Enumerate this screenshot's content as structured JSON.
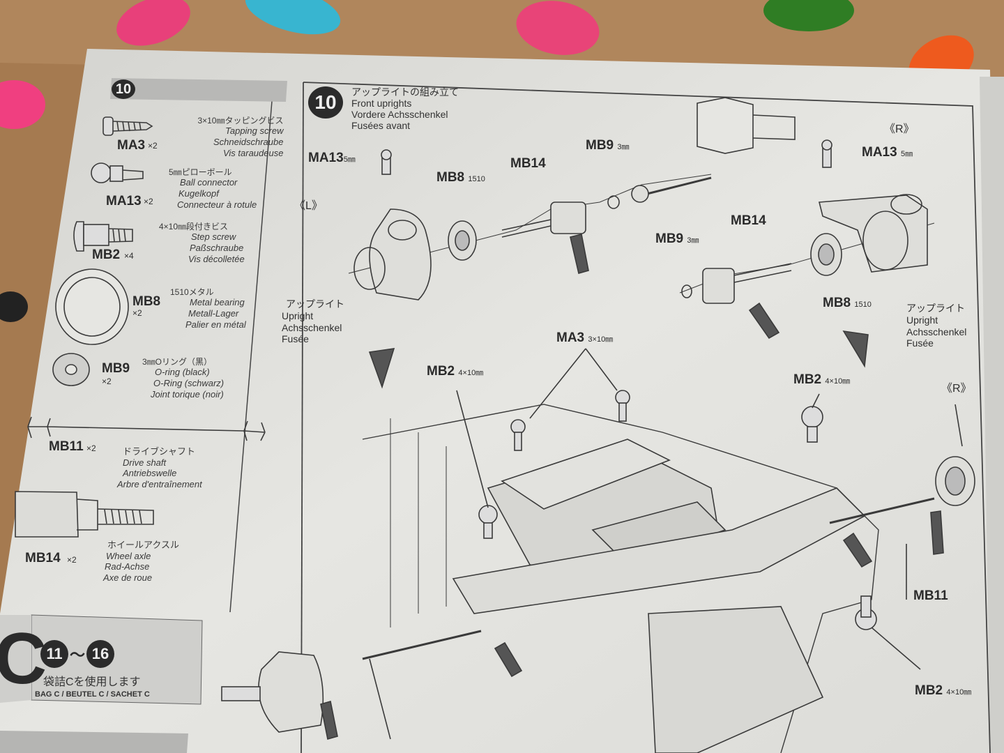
{
  "step_badge": "10",
  "parts_list": [
    {
      "code": "MA3",
      "qty": "×2",
      "desc": [
        "3×10㎜タッピングビス",
        "Tapping screw",
        "Schneidschraube",
        "Vis taraudeuse"
      ]
    },
    {
      "code": "MA13",
      "qty": "×2",
      "desc": [
        "5㎜ピローボール",
        "Ball connector",
        "Kugelkopf",
        "Connecteur à rotule"
      ]
    },
    {
      "code": "MB2",
      "qty": "×4",
      "desc": [
        "4×10㎜段付きビス",
        "Step screw",
        "Paßschraube",
        "Vis décolletée"
      ]
    },
    {
      "code": "MB8",
      "qty": "×2",
      "desc": [
        "1510メタル",
        "Metal bearing",
        "Metall-Lager",
        "Palier en métal"
      ]
    },
    {
      "code": "MB9",
      "qty": "×2",
      "desc": [
        "3㎜Oリング（黒）",
        "O-ring (black)",
        "O-Ring (schwarz)",
        "Joint torique (noir)"
      ]
    },
    {
      "code": "MB11",
      "qty": "×2",
      "desc": [
        "ドライブシャフト",
        "Drive shaft",
        "Antriebswelle",
        "Arbre d'entraînement"
      ]
    },
    {
      "code": "MB14",
      "qty": "×2",
      "desc": [
        "ホイールアクスル",
        "Wheel axle",
        "Rad-Achse",
        "Axe de roue"
      ]
    }
  ],
  "next_bag": {
    "letter": "C",
    "from": "11",
    "sep": "～",
    "to": "16",
    "jp": "袋詰Cを使用します",
    "en": "BAG C / BEUTEL C / SACHET C"
  },
  "step_title": {
    "number": "10",
    "jp": "アップライトの組み立て",
    "en": "Front uprights",
    "de": "Vordere Achsschenkel",
    "fr": "Fusées avant"
  },
  "labels": {
    "left_side": "《L》",
    "right_side": "《R》",
    "right_side_2": "《R》",
    "ma13_l": "MA13",
    "ma13_l_size": "5㎜",
    "mb8_l": "MB8",
    "mb8_l_size": "1510",
    "mb14_l": "MB14",
    "mb9_l": "MB9",
    "mb9_l_size": "3㎜",
    "ma13_r": "MA13",
    "ma13_r_size": "5㎜",
    "mb14_r": "MB14",
    "mb9_r": "MB9",
    "mb9_r_size": "3㎜",
    "mb8_r": "MB8",
    "mb8_r_size": "1510",
    "ma3": "MA3",
    "ma3_size": "3×10㎜",
    "mb2_a": "MB2",
    "mb2_a_size": "4×10㎜",
    "mb2_b": "MB2",
    "mb2_b_size": "4×10㎜",
    "mb2_c": "MB2",
    "mb2_c_size": "4×10㎜",
    "mb11": "MB11"
  },
  "upright_l": [
    "アップライト",
    "Upright",
    "Achsschenkel",
    "Fusée"
  ],
  "upright_r": [
    "アップライト",
    "Upright",
    "Achsschenkel",
    "Fusée"
  ],
  "colors": {
    "paper": "#e2e2de",
    "ink": "#2b2b2b",
    "table": "#a87b52",
    "grey_bar": "#b9b9b9"
  }
}
